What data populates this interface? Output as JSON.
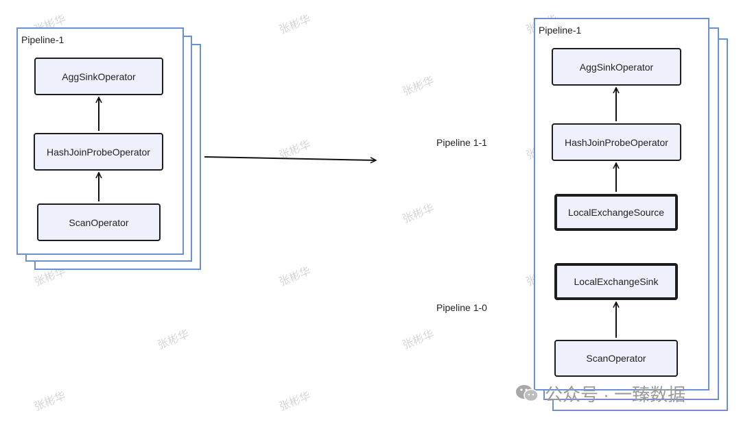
{
  "left": {
    "title": "Pipeline-1",
    "agg": "AggSinkOperator",
    "hashjoin": "HashJoinProbeOperator",
    "scan": "ScanOperator"
  },
  "right": {
    "title": "Pipeline-1",
    "agg": "AggSinkOperator",
    "hashjoin": "HashJoinProbeOperator",
    "local_source": "LocalExchangeSource",
    "local_sink": "LocalExchangeSink",
    "scan": "ScanOperator",
    "label_upper": "Pipeline 1-1",
    "label_lower": "Pipeline 1-0"
  },
  "watermark": "张彬华",
  "footer": {
    "text": "公众号 · 一臻数据",
    "icon": "wechat-icon"
  },
  "colors": {
    "frame_border": "#6b8fd0",
    "operator_fill": "#eef1fb",
    "operator_border": "#1d1d1d"
  }
}
